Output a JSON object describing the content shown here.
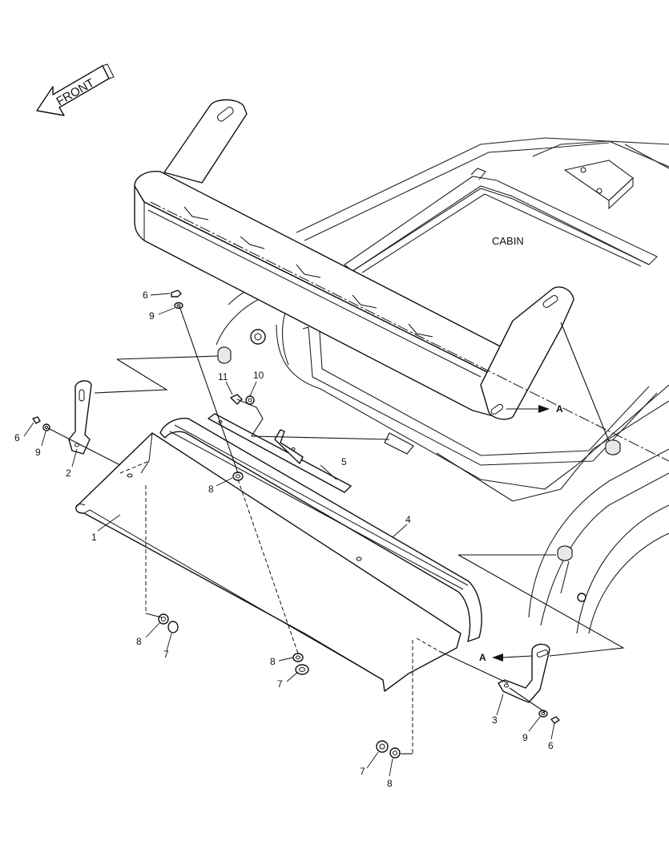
{
  "front_label": "FRONT",
  "cabin_label": "CABIN",
  "view_marker": "A",
  "callouts": {
    "c1": "1",
    "c2": "2",
    "c3": "3",
    "c4": "4",
    "c5": "5",
    "c6a": "6",
    "c6b": "6",
    "c6c": "6",
    "c7a": "7",
    "c7b": "7",
    "c7c": "7",
    "c8a": "8",
    "c8b": "8",
    "c8c": "8",
    "c8d": "8",
    "c9a": "9",
    "c9b": "9",
    "c9c": "9",
    "c10": "10",
    "c11": "11"
  }
}
